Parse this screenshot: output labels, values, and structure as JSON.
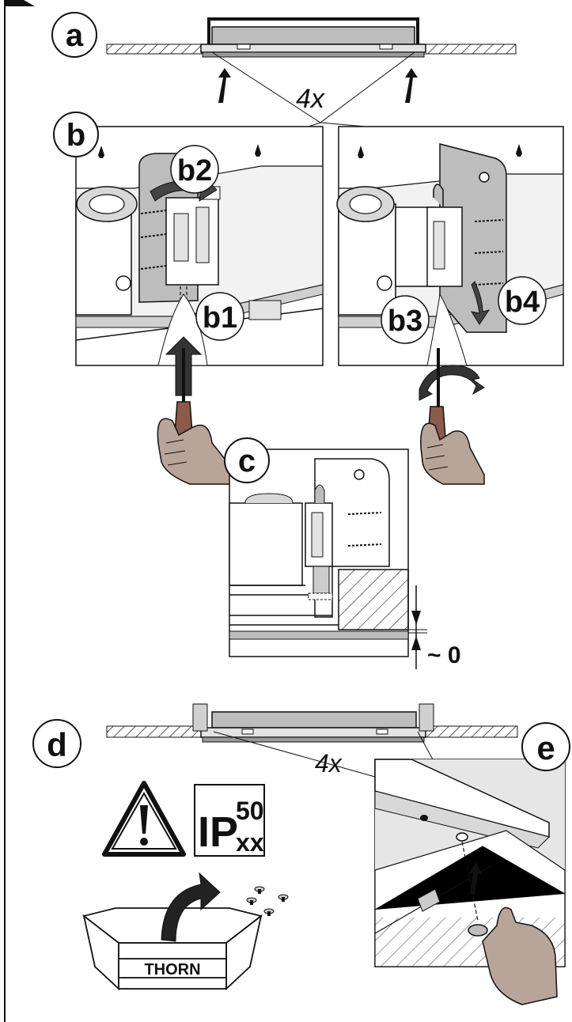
{
  "steps": {
    "a": "a",
    "b": "b",
    "b1": "b1",
    "b2": "b2",
    "b3": "b3",
    "b4": "b4",
    "c": "c",
    "d": "d",
    "e": "e"
  },
  "quantity_top": "4x",
  "quantity_bottom": "4x",
  "gap_label": "~ 0",
  "ip_rating": {
    "prefix": "IP",
    "upper": "50",
    "lower": "xx"
  },
  "box_brand": "THORN",
  "colors": {
    "ink": "#111111",
    "panel_gray": "#bdbdbd",
    "light_gray": "#e3e3e3",
    "skin": "#b8a59a"
  }
}
